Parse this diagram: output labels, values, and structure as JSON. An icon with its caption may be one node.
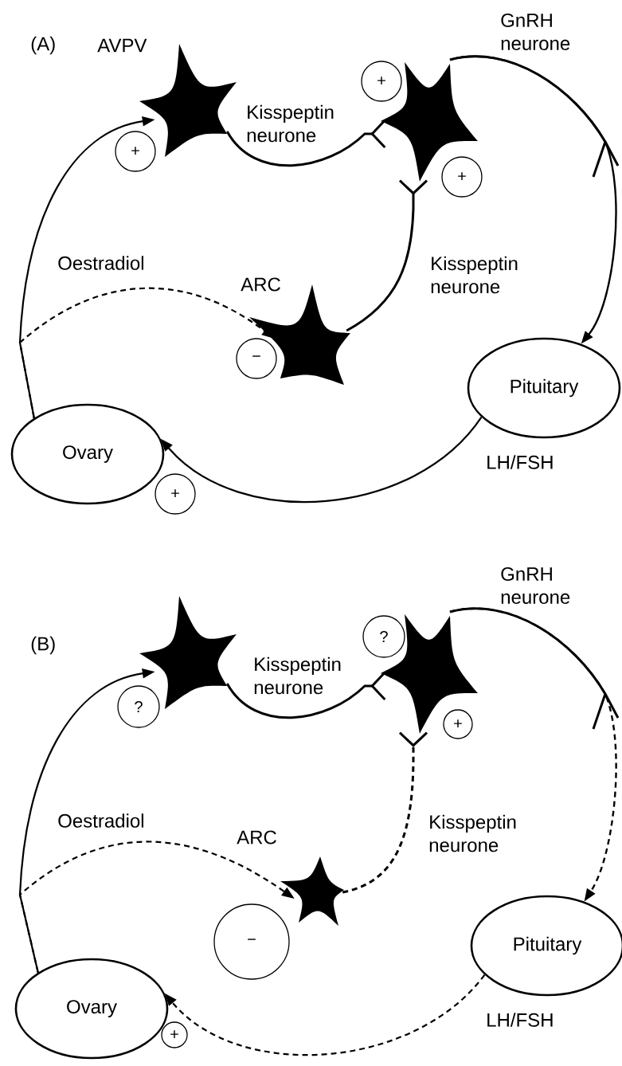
{
  "diagram": {
    "nodes": [
      {
        "text": [],
        "shape": "star",
        "beside": [
          "Kisspeptin neurone"
        ]
      },
      {
        "text": [],
        "shape": "star",
        "beside": [
          "GnRH neurone"
        ]
      },
      {
        "text": [],
        "shape": "star"
      },
      {
        "text": [
          "Pituitary"
        ]
      },
      {
        "text": [
          "Ovary"
        ]
      },
      {
        "text": [
          "+"
        ]
      },
      {
        "text": [
          "+"
        ]
      },
      {
        "text": [
          "+"
        ]
      },
      {
        "text": [
          "−"
        ]
      },
      {
        "text": [
          "+"
        ]
      },
      {
        "text": [],
        "shape": "star",
        "beside": [
          "Kisspeptin neurone"
        ]
      },
      {
        "text": [],
        "shape": "star",
        "beside": [
          "GnRH neurone"
        ]
      },
      {
        "text": [],
        "shape": "star"
      },
      {
        "text": [
          "Pituitary"
        ]
      },
      {
        "text": [
          "Ovary"
        ]
      },
      {
        "text": [
          "?"
        ]
      },
      {
        "text": [
          "?"
        ]
      },
      {
        "text": [
          "+"
        ]
      },
      {
        "text": [
          "−"
        ]
      },
      {
        "text": [
          "+"
        ]
      }
    ],
    "edges": [
      {
        "from": 4,
        "to": 0,
        "arrow": "to"
      },
      {
        "from": 4,
        "to": 2,
        "arrow": "to",
        "style": "dashed"
      },
      {
        "from": 0,
        "to": 1,
        "arrow": "other"
      },
      {
        "from": 2,
        "to": 1,
        "arrow": "other"
      },
      {
        "from": 1,
        "to": 3,
        "arrow": "to"
      },
      {
        "from": 3,
        "to": 4,
        "arrow": "to"
      },
      {
        "from": 14,
        "to": 10,
        "arrow": "to"
      },
      {
        "from": 14,
        "to": 12,
        "arrow": "to",
        "style": "dashed"
      },
      {
        "from": 10,
        "to": 11,
        "arrow": "other"
      },
      {
        "from": 12,
        "to": 11,
        "arrow": "other",
        "style": "dashed"
      },
      {
        "from": 11,
        "to": 13,
        "arrow": "to",
        "style": "dashed"
      },
      {
        "from": 13,
        "to": 14,
        "arrow": "to",
        "style": "dashed"
      }
    ],
    "labels": [
      "(A)",
      "AVPV",
      "Oestradiol",
      "ARC",
      "Kisspeptin neurone",
      "LH/FSH",
      "(B)",
      "Oestradiol",
      "ARC",
      "Kisspeptin neurone",
      "LH/FSH"
    ]
  }
}
